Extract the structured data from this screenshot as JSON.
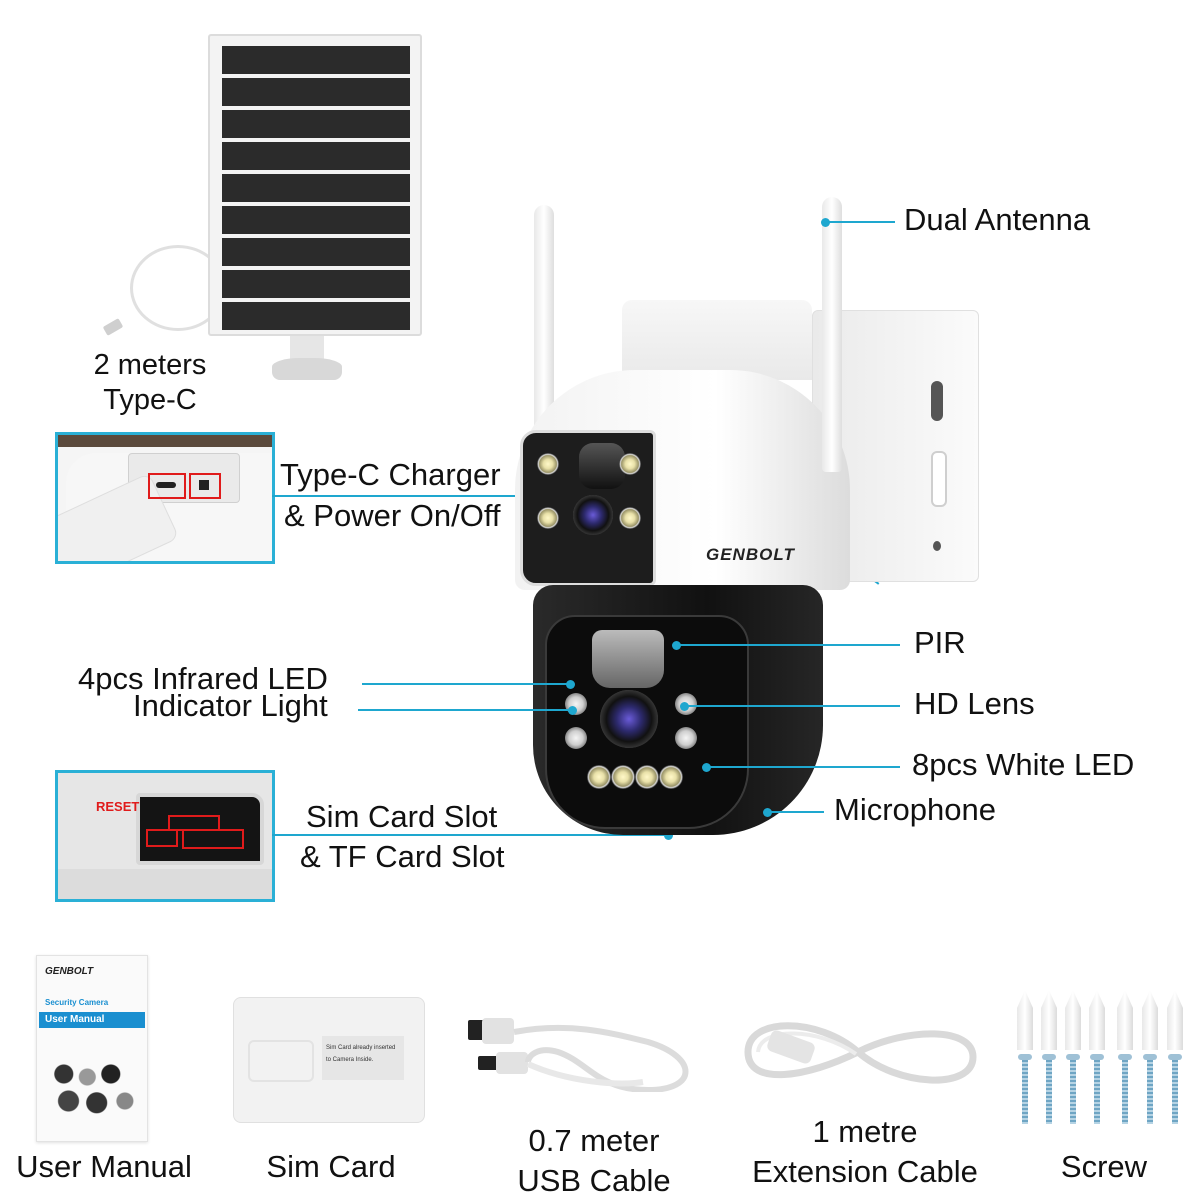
{
  "solar_panel": {
    "label_line1": "2 meters",
    "label_line2": "Type-C",
    "cell_count": 9
  },
  "callouts": {
    "dual_antenna": "Dual Antenna",
    "type_c_line1": "Type-C Charger",
    "type_c_line2": "& Power On/Off",
    "infrared_led": "4pcs Infrared LED",
    "indicator_light": "Indicator Light",
    "pir": "PIR",
    "hd_lens": "HD Lens",
    "white_led": "8pcs White LED",
    "microphone": "Microphone",
    "sim_slot_line1": "Sim Card Slot",
    "sim_slot_line2": "& TF Card Slot"
  },
  "camera": {
    "brand_logo": "GENBOLT"
  },
  "inset_slots": {
    "reset_label": "RESET"
  },
  "accessories": [
    {
      "label": "User Manual"
    },
    {
      "label": "Sim Card"
    },
    {
      "label_line1": "0.7 meter",
      "label_line2": "USB Cable"
    },
    {
      "label_line1": "1 metre",
      "label_line2": "Extension Cable"
    },
    {
      "label": "Screw"
    }
  ],
  "manual_cover": {
    "brand": "GENBOLT",
    "subtitle": "Security Camera",
    "title": "User Manual"
  },
  "sim_card_sticker": {
    "text": "Sim Card already inserted to Camera Inside."
  },
  "colors": {
    "callout_line": "#1ea7cf",
    "inset_border": "#2ab0d6",
    "highlight_red": "#e01b1b",
    "manual_band": "#1a8fd0"
  }
}
